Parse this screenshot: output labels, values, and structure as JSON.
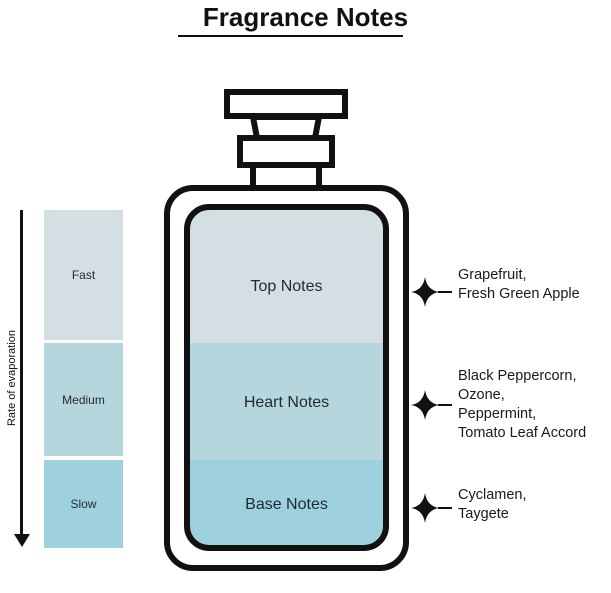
{
  "title": "Fragrance Notes",
  "axis": {
    "label": "Rate of evaporation",
    "direction": "down",
    "icon": "arrow-down-icon"
  },
  "colors": {
    "top": "#d3dfe2",
    "heart": "#b5d6dc",
    "base": "#9fd0dd",
    "outline": "#111111"
  },
  "rates": [
    {
      "label": "Fast",
      "color": "#d3dfe2"
    },
    {
      "label": "Medium",
      "color": "#b5d6dc"
    },
    {
      "label": "Slow",
      "color": "#9fd0dd"
    }
  ],
  "layers": [
    {
      "label": "Top Notes",
      "notes": "Grapefruit,\nFresh Green Apple",
      "icon": "sparkle-icon"
    },
    {
      "label": "Heart Notes",
      "notes": "Black Peppercorn,\nOzone,\nPeppermint,\nTomato Leaf Accord",
      "icon": "sparkle-icon"
    },
    {
      "label": "Base Notes",
      "notes": "Cyclamen,\nTaygete",
      "icon": "sparkle-icon"
    }
  ]
}
